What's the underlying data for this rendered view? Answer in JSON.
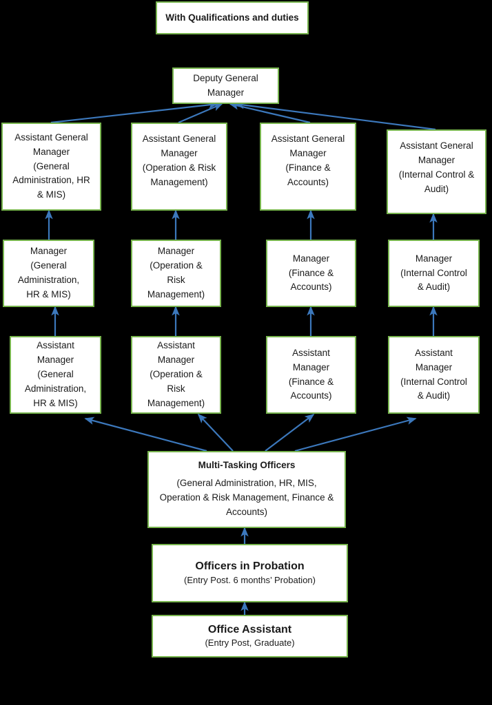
{
  "diagram": {
    "title_box": {
      "label": "With Qualifications and duties"
    },
    "colors": {
      "background": "#000000",
      "box_fill": "#ffffff",
      "box_border": "#77b44d",
      "connector": "#3c78bc",
      "text": "#1a1a1a"
    },
    "levels": {
      "deputy": {
        "line1": "Deputy General",
        "line2": "Manager"
      },
      "assistant_general_managers": [
        {
          "line1": "Assistant General",
          "line2": "Manager",
          "line3": "(General",
          "line4": "Administration, HR",
          "line5": "& MIS)"
        },
        {
          "line1": "Assistant General",
          "line2": "Manager",
          "line3": "(Operation & Risk",
          "line4": "Management)",
          "line5": ""
        },
        {
          "line1": "Assistant General",
          "line2": "Manager",
          "line3": "(Finance &",
          "line4": "Accounts)",
          "line5": ""
        },
        {
          "line1": "Assistant General",
          "line2": "Manager",
          "line3": "(Internal Control &",
          "line4": "Audit)",
          "line5": ""
        }
      ],
      "managers": [
        {
          "line1": "Manager",
          "line2": "(General",
          "line3": "Administration,",
          "line4": "HR & MIS)"
        },
        {
          "line1": "Manager",
          "line2": "(Operation &",
          "line3": "Risk",
          "line4": "Management)"
        },
        {
          "line1": "Manager",
          "line2": "(Finance &",
          "line3": "Accounts)",
          "line4": ""
        },
        {
          "line1": "Manager",
          "line2": "(Internal Control",
          "line3": "& Audit)",
          "line4": ""
        }
      ],
      "assistant_managers": [
        {
          "line1": "Assistant",
          "line2": "Manager",
          "line3": "(General",
          "line4": "Administration,",
          "line5": "HR & MIS)"
        },
        {
          "line1": "Assistant",
          "line2": "Manager",
          "line3": "(Operation &",
          "line4": "Risk",
          "line5": "Management)"
        },
        {
          "line1": "Assistant",
          "line2": "Manager",
          "line3": "(Finance &",
          "line4": "Accounts)",
          "line5": ""
        },
        {
          "line1": "Assistant",
          "line2": "Manager",
          "line3": "(Internal Control",
          "line4": "& Audit)",
          "line5": ""
        }
      ],
      "multi_tasking_officers": {
        "title": "Multi-Tasking Officers",
        "line1": "(General Administration, HR, MIS,",
        "line2": "Operation & Risk Management, Finance &",
        "line3": "Accounts)"
      },
      "officers_in_probation": {
        "title": "Officers in Probation",
        "subtitle": "(Entry Post. 6 months’ Probation)"
      },
      "office_assistant": {
        "title": "Office Assistant",
        "subtitle": "(Entry Post, Graduate)"
      }
    }
  }
}
